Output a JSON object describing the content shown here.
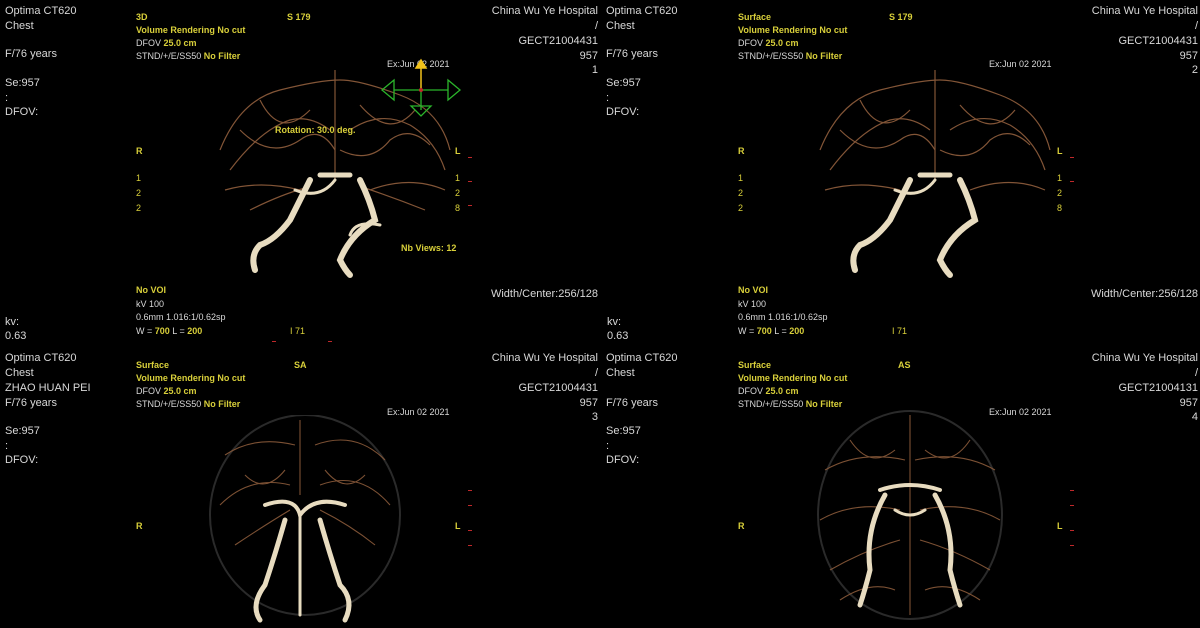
{
  "viewports": [
    {
      "id": "vp1",
      "left": {
        "scanner": "Optima CT620",
        "study": "Chest",
        "patient": "",
        "age": "F/76 years",
        "series": "Se:957",
        "colon": ":",
        "dfov": "DFOV:"
      },
      "right": {
        "hospital": "China Wu Ye Hospital",
        "slash": "/",
        "exam": "GECT21004431",
        "num": "957",
        "image": "1"
      },
      "top": {
        "mode": "3D",
        "orient": "S 179",
        "render": "Volume Rendering No cut",
        "dfov_label": "DFOV ",
        "dfov_val": "25.0 cm",
        "recon": "STND/+/E/SS50 ",
        "filter": "No Filter",
        "date": "Ex:Jun 02 2021"
      },
      "rotation": "Rotation: 30.0 deg.",
      "views": "Nb Views: 12",
      "side": {
        "leftLetter": "R",
        "rightLetter": "L",
        "leftNums": [
          "1",
          "2",
          "2"
        ],
        "rightNums": [
          "1",
          "2",
          "8"
        ]
      },
      "bottom": {
        "voi": "No VOI",
        "kv": "kV 100",
        "slice": "0.6mm 1.016:1/0.62sp",
        "wl_w": "W = ",
        "wl_wv": "700",
        "wl_l": " L = ",
        "wl_lv": "200",
        "scale": "I 71",
        "wc": "Width/Center:256/128",
        "kvlbl": "kv:",
        "kvval": "0.63"
      }
    },
    {
      "id": "vp2",
      "left": {
        "scanner": "Optima CT620",
        "study": "Chest",
        "patient": "",
        "age": "F/76 years",
        "series": "Se:957",
        "colon": ":",
        "dfov": "DFOV:"
      },
      "right": {
        "hospital": "China Wu Ye Hospital",
        "slash": "/",
        "exam": "GECT21004431",
        "num": "957",
        "image": "2"
      },
      "top": {
        "mode": "Surface",
        "orient": "S 179",
        "render": "Volume Rendering No cut",
        "dfov_label": "DFOV ",
        "dfov_val": "25.0 cm",
        "recon": "STND/+/E/SS50 ",
        "filter": "No Filter",
        "date": "Ex:Jun 02 2021"
      },
      "side": {
        "leftLetter": "R",
        "rightLetter": "L",
        "leftNums": [
          "1",
          "2",
          "2"
        ],
        "rightNums": [
          "1",
          "2",
          "8"
        ]
      },
      "bottom": {
        "voi": "No VOI",
        "kv": "kV 100",
        "slice": "0.6mm 1.016:1/0.62sp",
        "wl_w": "W = ",
        "wl_wv": "700",
        "wl_l": " L = ",
        "wl_lv": "200",
        "scale": "I 71",
        "wc": "Width/Center:256/128",
        "kvlbl": "kv:",
        "kvval": "0.63"
      }
    },
    {
      "id": "vp3",
      "left": {
        "scanner": "Optima CT620",
        "study": "Chest",
        "patient": "ZHAO HUAN PEI",
        "age": "F/76 years",
        "series": "Se:957",
        "colon": ":",
        "dfov": "DFOV:"
      },
      "right": {
        "hospital": "China Wu Ye Hospital",
        "slash": "/",
        "exam": "GECT21004431",
        "num": "957",
        "image": "3"
      },
      "top": {
        "mode": "Surface",
        "orient": "SA",
        "render": "Volume Rendering No cut",
        "dfov_label": "DFOV ",
        "dfov_val": "25.0 cm",
        "recon": "STND/+/E/SS50 ",
        "filter": "No Filter",
        "date": "Ex:Jun 02 2021"
      },
      "side": {
        "leftLetter": "R",
        "rightLetter": "L"
      }
    },
    {
      "id": "vp4",
      "left": {
        "scanner": "Optima CT620",
        "study": "Chest",
        "patient": "",
        "age": "F/76 years",
        "series": "Se:957",
        "colon": ":",
        "dfov": "DFOV:"
      },
      "right": {
        "hospital": "China Wu Ye Hospital",
        "slash": "/",
        "exam": "GECT21004131",
        "num": "957",
        "image": "4"
      },
      "top": {
        "mode": "Surface",
        "orient": "AS",
        "render": "Volume Rendering No cut",
        "dfov_label": "DFOV ",
        "dfov_val": "25.0 cm",
        "recon": "STND/+/E/SS50 ",
        "filter": "No Filter",
        "date": "Ex:Jun 02 2021"
      },
      "side": {
        "leftLetter": "R",
        "rightLetter": "L"
      }
    }
  ],
  "colors": {
    "overlay_text": "#d8d8d8",
    "annotation": "#d8cf3a",
    "vessel": "#8a5a3a",
    "vessel_bright": "#e8dcc0",
    "tick": "#c0282a",
    "tool": "#2bb52b",
    "tool_up": "#f2c21a"
  },
  "icons": [
    "rotate-tool-icon"
  ]
}
